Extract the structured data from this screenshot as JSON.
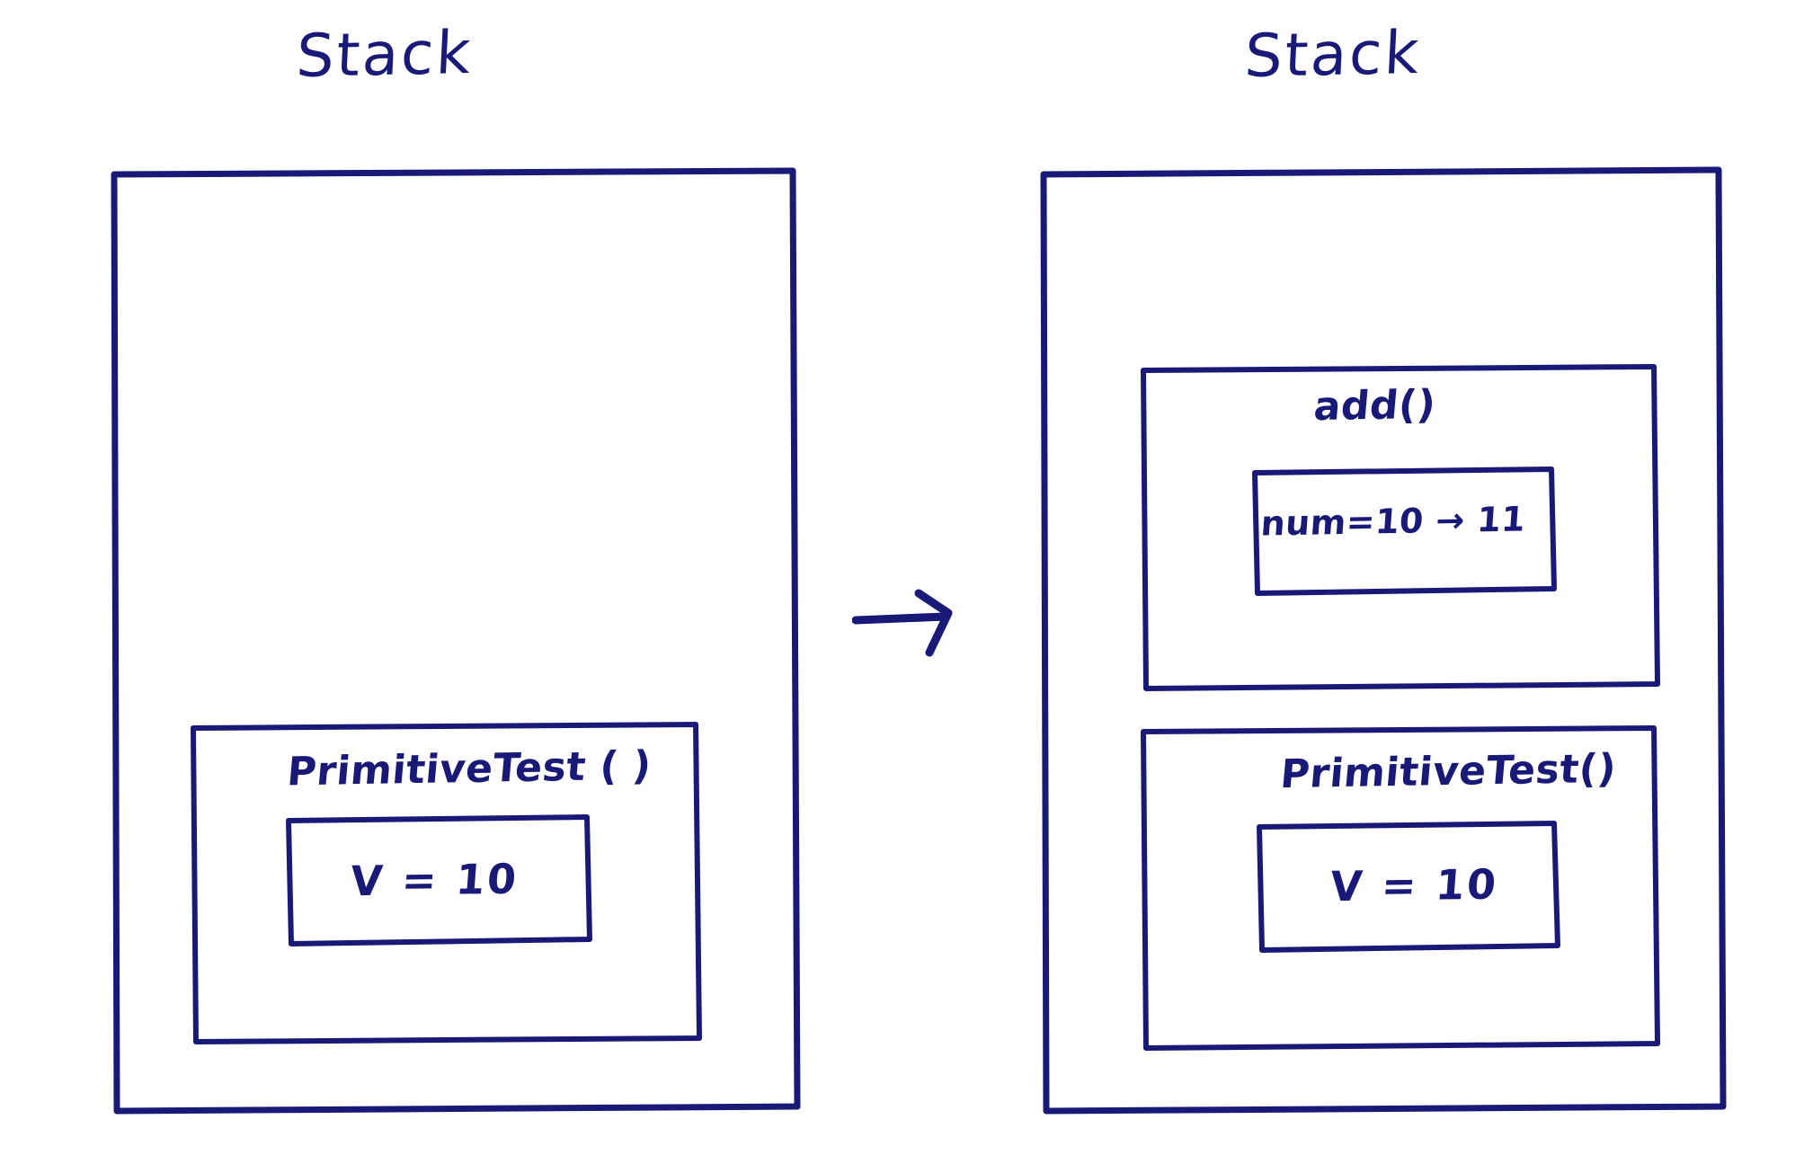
{
  "diagram": {
    "type": "stack-frame-diagram",
    "background_color": "#ffffff",
    "ink_color": "#191a78",
    "transition_arrow": "arrow-right"
  },
  "left_panel": {
    "title": "Stack",
    "frames": [
      {
        "name": "PrimitiveTest ( )",
        "variables": [
          {
            "text": "V = 10"
          }
        ]
      }
    ]
  },
  "right_panel": {
    "title": "Stack",
    "frames": [
      {
        "name": "add()",
        "variables": [
          {
            "text": "num=10 → 11"
          }
        ]
      },
      {
        "name": "PrimitiveTest()",
        "variables": [
          {
            "text": "V = 10"
          }
        ]
      }
    ]
  }
}
